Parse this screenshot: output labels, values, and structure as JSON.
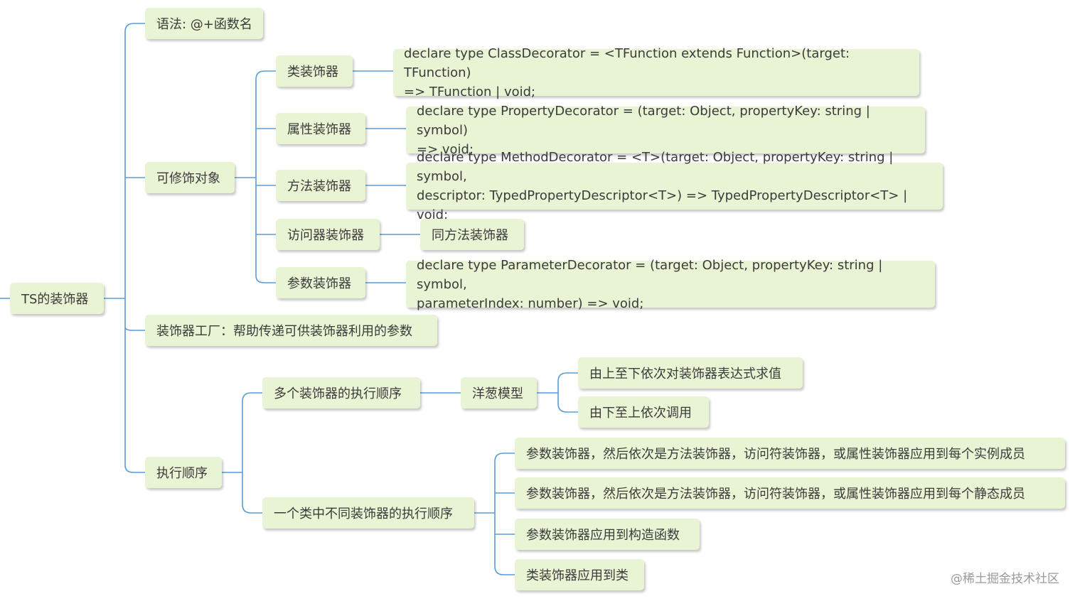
{
  "root": {
    "label": "TS的装饰器"
  },
  "syntax": {
    "label": "语法: @+函数名"
  },
  "targets": {
    "label": "可修饰对象",
    "items": [
      {
        "label": "类装饰器",
        "detail": [
          "declare type ClassDecorator = <TFunction extends Function>(target: TFunction)",
          "=> TFunction | void;"
        ]
      },
      {
        "label": "属性装饰器",
        "detail": [
          "declare type PropertyDecorator = (target: Object, propertyKey: string | symbol)",
          "=> void;"
        ]
      },
      {
        "label": "方法装饰器",
        "detail": [
          "declare type MethodDecorator = <T>(target: Object, propertyKey: string | symbol,",
          "descriptor: TypedPropertyDescriptor<T>) => TypedPropertyDescriptor<T> | void;"
        ]
      },
      {
        "label": "访问器装饰器",
        "detail": [
          "同方法装饰器"
        ]
      },
      {
        "label": "参数装饰器",
        "detail": [
          "declare type ParameterDecorator = (target: Object, propertyKey: string | symbol,",
          "parameterIndex: number) => void;"
        ]
      }
    ]
  },
  "factory": {
    "label": "装饰器工厂：帮助传递可供装饰器利用的参数"
  },
  "order": {
    "label": "执行顺序",
    "multi": {
      "label": "多个装饰器的执行顺序",
      "model": "洋葱模型",
      "steps": [
        "由上至下依次对装饰器表达式求值",
        "由下至上依次调用"
      ]
    },
    "single": {
      "label": "一个类中不同装饰器的执行顺序",
      "steps": [
        "参数装饰器，然后依次是方法装饰器，访问符装饰器，或属性装饰器应用到每个实例成员",
        "参数装饰器，然后依次是方法装饰器，访问符装饰器，或属性装饰器应用到每个静态成员",
        "参数装饰器应用到构造函数",
        "类装饰器应用到类"
      ]
    }
  },
  "watermark": "@稀土掘金技术社区",
  "colors": {
    "line": "#5b9bd5",
    "node": "#e9f4d4"
  }
}
